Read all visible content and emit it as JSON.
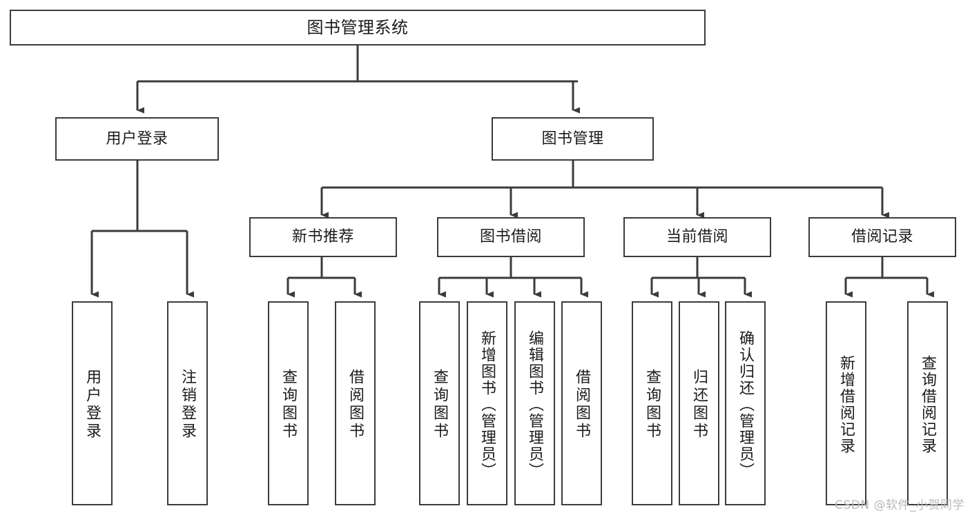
{
  "diagram": {
    "type": "tree-hierarchy",
    "title": "图书管理系统",
    "background_color": "#ffffff",
    "line_color": "#3b3b3b",
    "text_color": "#1b1b1b",
    "root": {
      "label": "图书管理系统"
    },
    "level2": [
      {
        "label": "用户登录"
      },
      {
        "label": "图书管理"
      }
    ],
    "level3": [
      {
        "label": "新书推荐"
      },
      {
        "label": "图书借阅"
      },
      {
        "label": "当前借阅"
      },
      {
        "label": "借阅记录"
      }
    ],
    "leaves": {
      "user_login": [
        {
          "label": "用户登录"
        },
        {
          "label": "注销登录"
        }
      ],
      "new_book_recommend": [
        {
          "label": "查询图书"
        },
        {
          "label": "借阅图书"
        }
      ],
      "book_borrow": [
        {
          "label": "查询图书"
        },
        {
          "label": "新增图书（管理员）"
        },
        {
          "label": "编辑图书（管理员）"
        },
        {
          "label": "借阅图书"
        }
      ],
      "current_borrow": [
        {
          "label": "查询图书"
        },
        {
          "label": "归还图书"
        },
        {
          "label": "确认归还（管理员）"
        }
      ],
      "borrow_record": [
        {
          "label": "新增借阅记录"
        },
        {
          "label": "查询借阅记录"
        }
      ]
    }
  },
  "watermark": {
    "text": "CSDN @软件_小贺同学"
  }
}
